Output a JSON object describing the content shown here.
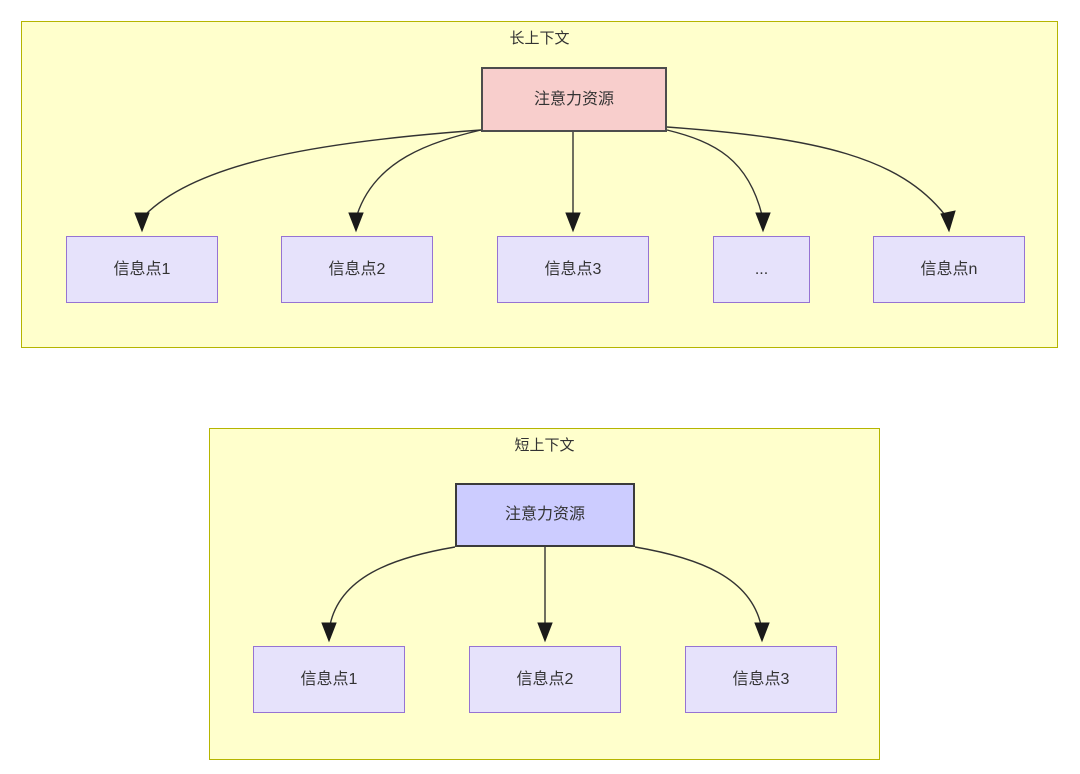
{
  "diagram": {
    "type": "attention-allocation-comparison",
    "panels": [
      {
        "id": "long-context",
        "title": "长上下文",
        "root": {
          "label": "注意力资源",
          "fill": "#f8cecc",
          "stroke": "#4d4d4d"
        },
        "children": [
          {
            "label": "信息点1"
          },
          {
            "label": "信息点2"
          },
          {
            "label": "信息点3"
          },
          {
            "label": "..."
          },
          {
            "label": "信息点n"
          }
        ]
      },
      {
        "id": "short-context",
        "title": "短上下文",
        "root": {
          "label": "注意力资源",
          "fill": "#ccccff",
          "stroke": "#3b3b3b"
        },
        "children": [
          {
            "label": "信息点1"
          },
          {
            "label": "信息点2"
          },
          {
            "label": "信息点3"
          }
        ]
      }
    ],
    "colors": {
      "panel_fill": "#ffffcc",
      "panel_stroke": "#b5b500",
      "info_fill": "#e6e2fb",
      "info_stroke": "#9673d3",
      "edge_stroke": "#333333",
      "text": "#333333"
    }
  }
}
